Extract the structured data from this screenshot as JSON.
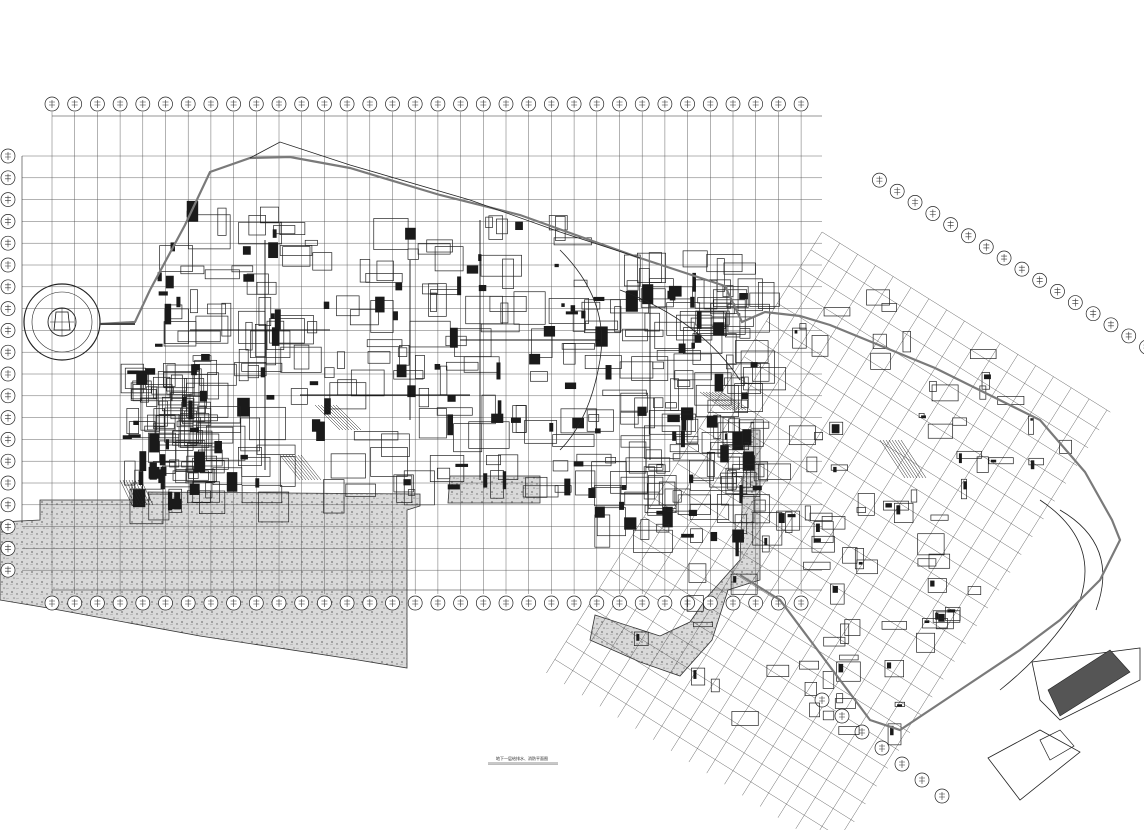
{
  "drawing": {
    "title_caption": "地下一层给排水、消防平面图",
    "colors": {
      "line": "#222222",
      "boundary": "#7a7a7a",
      "hatch": "#d8d8d8",
      "block": "#555555"
    },
    "icons": [
      "grid-bubble-icon",
      "gravel-hatch",
      "circular-ramp"
    ]
  }
}
